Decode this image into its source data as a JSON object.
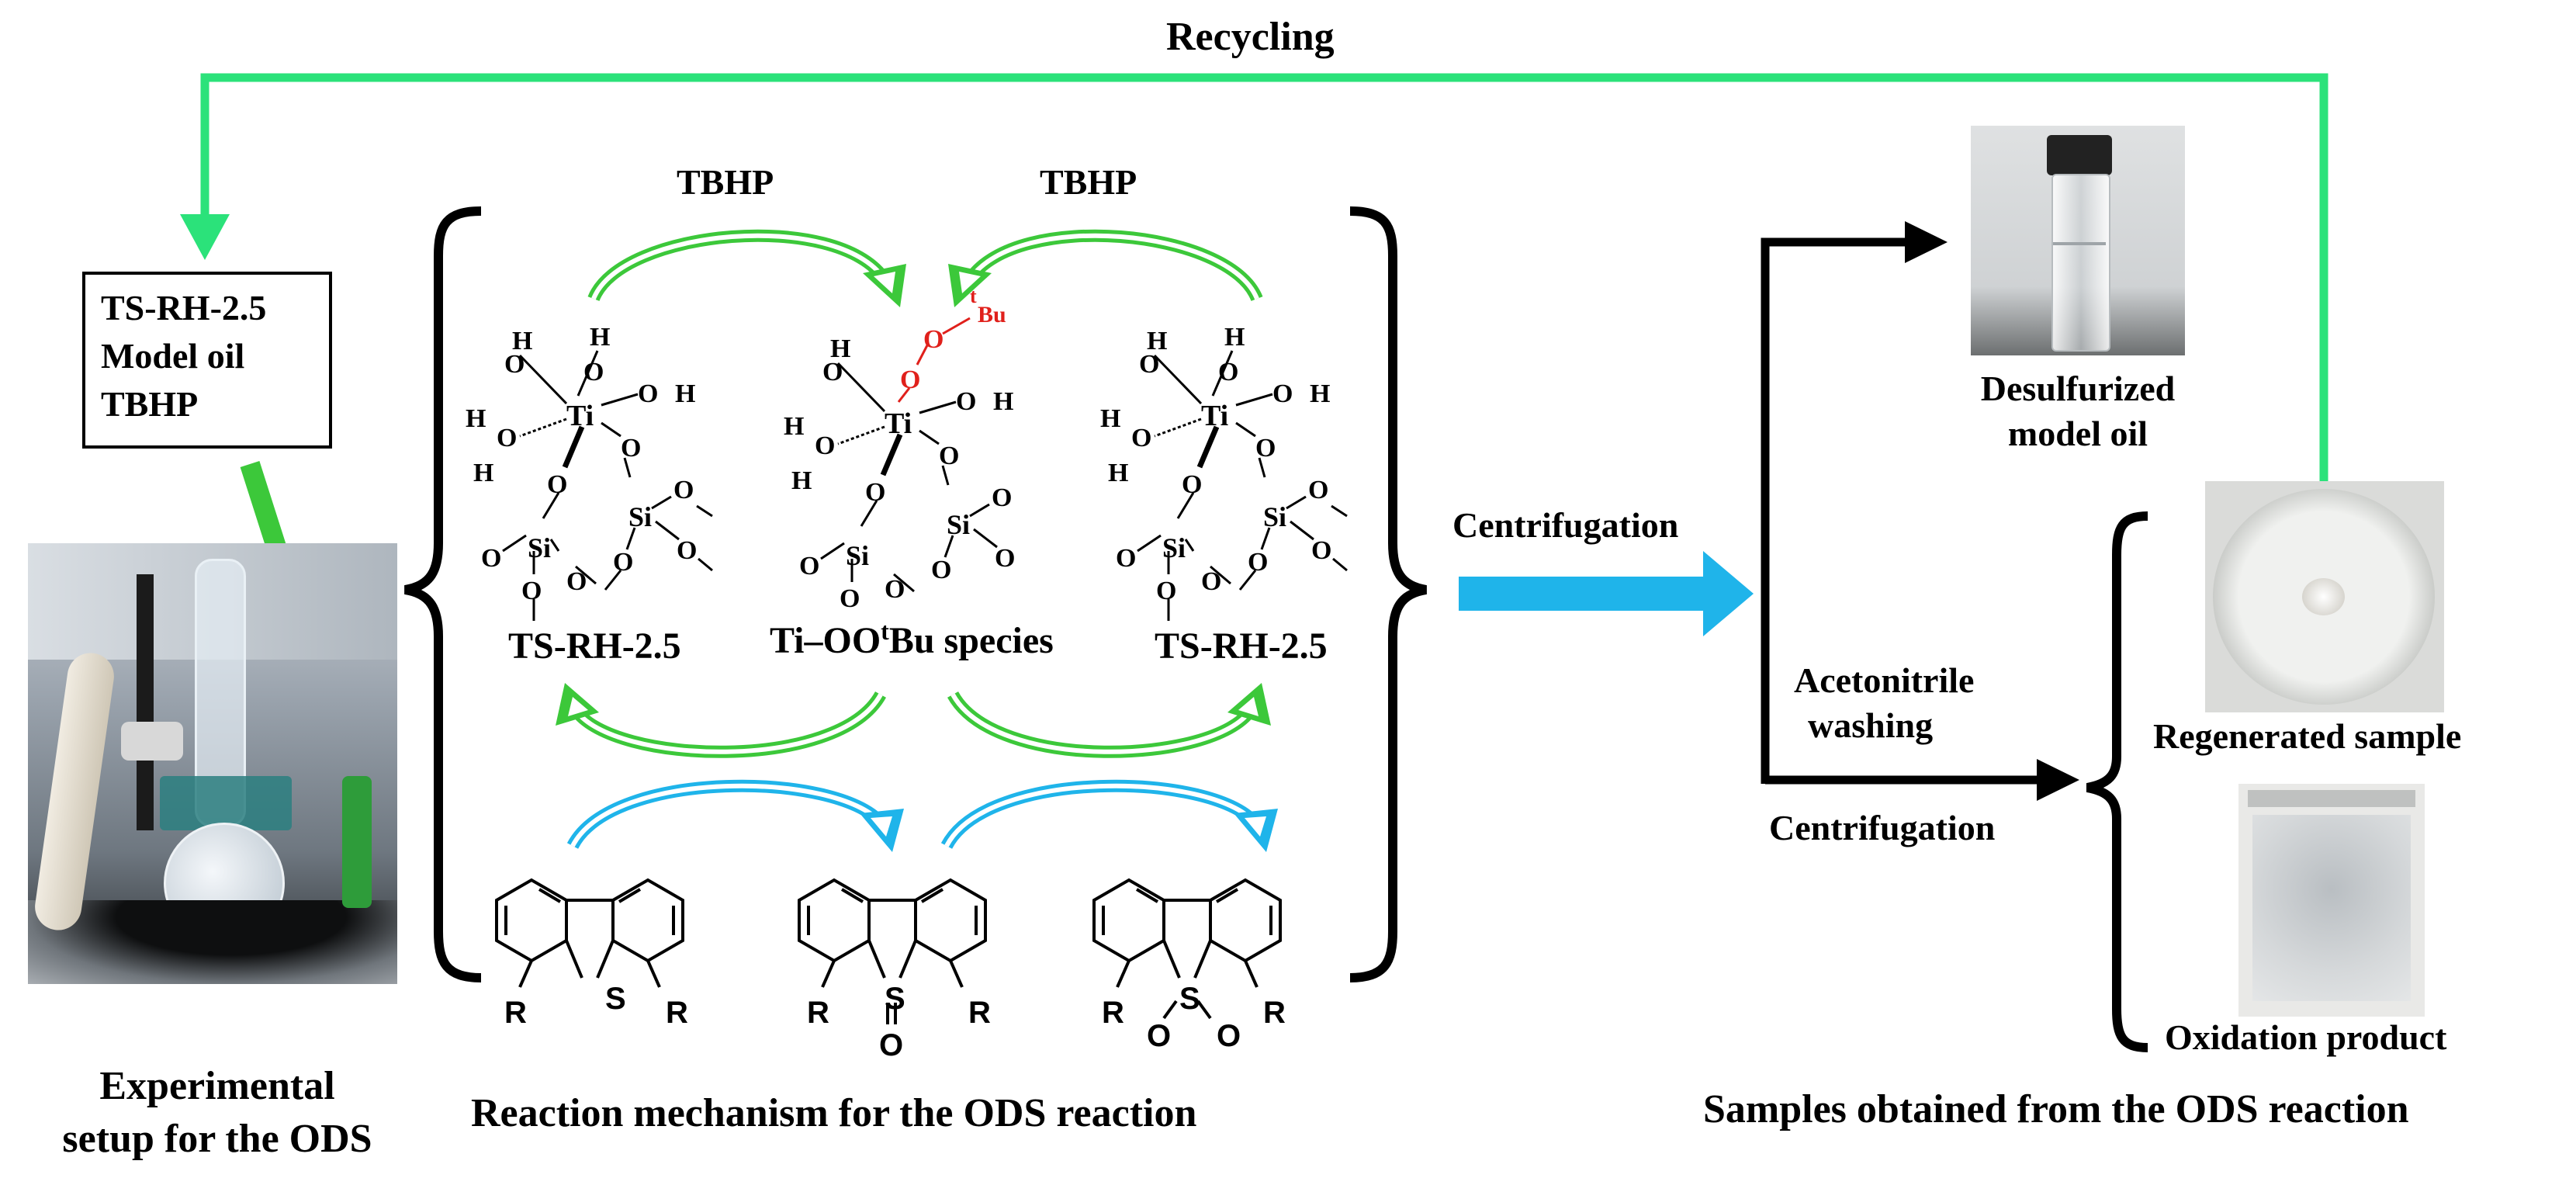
{
  "labels": {
    "recycling": "Recycling",
    "feed": [
      "TS-RH-2.5",
      "Model oil",
      "TBHP"
    ],
    "tbhp_left": "TBHP",
    "tbhp_right": "TBHP",
    "ts_left": "TS-RH-2.5",
    "ti_species": "Ti–OO",
    "ti_species_sup": "t",
    "ti_species_tail": "Bu species",
    "ts_right": "TS-RH-2.5",
    "centrifugation_1": "Centrifugation",
    "desulfurized": [
      "Desulfurized",
      "model oil"
    ],
    "acetonitrile": [
      "Acetonitrile",
      "washing"
    ],
    "centrifugation_2": "Centrifugation",
    "regenerated": "Regenerated sample",
    "oxidation": "Oxidation product",
    "caption_left": [
      "Experimental",
      "setup for the ODS"
    ],
    "caption_mid": "Reaction mechanism for the ODS reaction",
    "caption_right": "Samples obtained from the ODS reaction"
  },
  "molecule_text": {
    "h": "H",
    "o": "O",
    "ti": "Ti",
    "si": "Si",
    "s": "S",
    "r": "R",
    "tbu_t": "t",
    "tbu_bu": "Bu"
  },
  "colors": {
    "recycle_green": "#2BE27A",
    "arrow_green": "#3CC83A",
    "arrow_blue": "#1FB4EA",
    "peroxo_red": "#E0201B",
    "black": "#000000"
  },
  "icons": [
    "reactor-photo",
    "vial-photo",
    "petri-dish-photo",
    "sample-bag-photo"
  ]
}
